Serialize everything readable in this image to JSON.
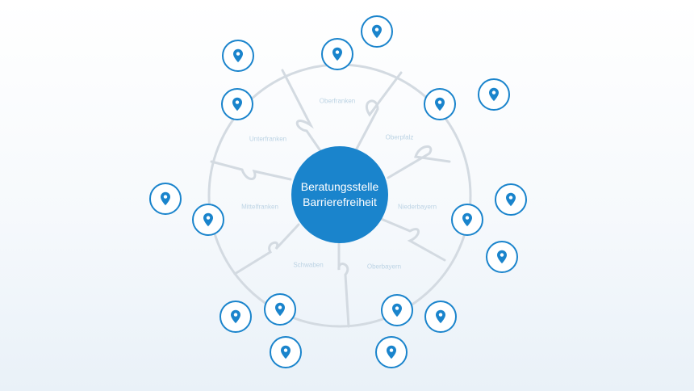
{
  "center": {
    "line1": "Beratungsstelle",
    "line2": "Barrierefreiheit"
  },
  "regions": [
    "Oberfranken",
    "Oberpfalz",
    "Niederbayern",
    "Oberbayern",
    "Schwaben",
    "Mittelfranken",
    "Unterfranken"
  ],
  "icon": "location-pin-icon",
  "colors": {
    "accent": "#1a84cc",
    "ring": "#d3dae1",
    "region_text": "#bcd3e4"
  }
}
